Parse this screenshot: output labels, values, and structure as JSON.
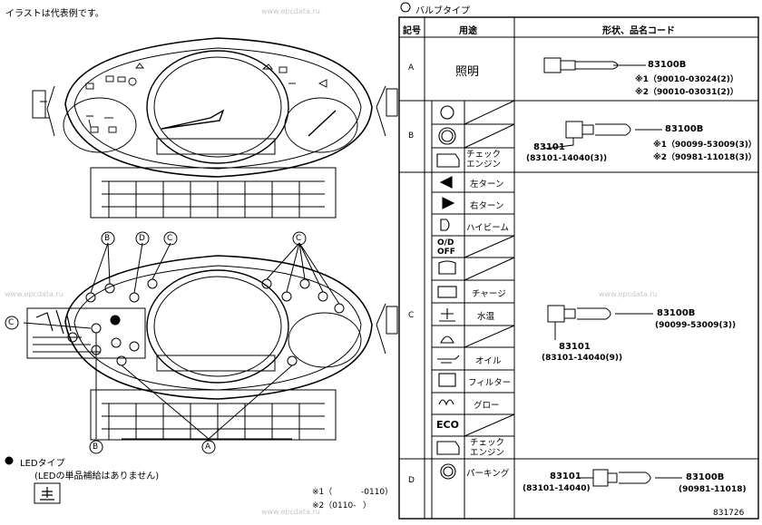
{
  "page": {
    "caption": "イラストは代表例です。",
    "led_title": "LEDタイプ",
    "led_note": "(LEDの単品補給はありません)",
    "note1_label": "※1（",
    "note1_value": "-0110）",
    "note2_label": "※2（0110-",
    "note2_value": "）",
    "figure_no": "831726",
    "watermark": "www.epcdata.ru"
  },
  "callouts": {
    "a": "A",
    "b": "B",
    "c": "C",
    "d": "D"
  },
  "table": {
    "title": "バルブタイプ",
    "headers": {
      "symbol": "記号",
      "usage": "用途",
      "shape": "形状、品名コード"
    },
    "rows": {
      "a": {
        "letter": "A",
        "usage": "照明",
        "code": "83100B",
        "note1": "※1（90010-03024(2)）",
        "note2": "※2（90010-03031(2)）"
      },
      "b": {
        "letter": "B",
        "items": [
          "",
          "",
          "チェック\nエンジン"
        ],
        "socket_code": "83101",
        "socket_pn": "(83101-14040(3))",
        "bulb_code": "83100B",
        "note1": "※1（90099-53009(3)）",
        "note2": "※2（90981-11018(3)）"
      },
      "c": {
        "letter": "C",
        "items": [
          "左ターン",
          "右ターン",
          "ハイビーム",
          "",
          "",
          "チャージ",
          "水温",
          "",
          "オイル",
          "フィルター",
          "グロー",
          "",
          "チェック\nエンジン"
        ],
        "od_label": "O/D\nOFF",
        "eco_label": "ECO",
        "socket_code": "83101",
        "socket_pn": "(83101-14040(9))",
        "bulb_code": "83100B",
        "bulb_pn": "(90099-53009(3))"
      },
      "d": {
        "letter": "D",
        "usage": "パーキング",
        "socket_code": "83101",
        "socket_pn": "(83101-14040)",
        "bulb_code": "83100B",
        "bulb_pn": "(90981-11018)"
      }
    }
  }
}
